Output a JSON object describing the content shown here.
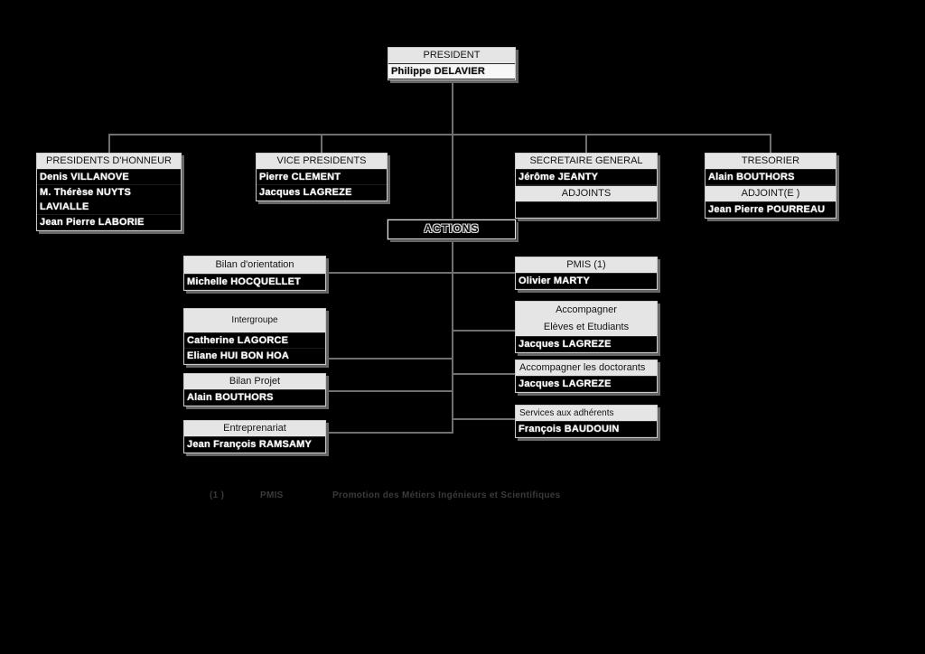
{
  "page": {
    "background": "#000000",
    "accent_line_color": "#6f6f6f",
    "header_fill": "#e5e5e5",
    "member_text_color": "#fbfbfb"
  },
  "org": {
    "president": {
      "title": "PRESIDENT",
      "name": "Philippe DELAVIER"
    },
    "honorary": {
      "title": "PRESIDENTS D'HONNEUR",
      "members": [
        "Denis VILLANOVE",
        "M. Thérèse NUYTS LAVIALLE",
        "Jean Pierre LABORIE"
      ]
    },
    "vice": {
      "title": "VICE PRESIDENTS",
      "members": [
        "Pierre CLEMENT",
        "Jacques LAGREZE"
      ]
    },
    "secretary": {
      "title": "SECRETAIRE GENERAL",
      "members": [
        "Jérôme JEANTY"
      ],
      "subtitle": "ADJOINTS",
      "sub_member": ""
    },
    "treasurer": {
      "title": "TRESORIER",
      "members": [
        "Alain BOUTHORS"
      ],
      "subtitle": "ADJOINT(E )",
      "sub_member": "Jean Pierre POURREAU"
    },
    "actions_label": "ACTIONS",
    "left": [
      {
        "title": "Bilan d'orientation",
        "members": [
          "Michelle HOCQUELLET"
        ]
      },
      {
        "title": "Intergroupe",
        "members": [
          "Catherine LAGORCE",
          "Eliane HUI BON HOA"
        ]
      },
      {
        "title": "Bilan Projet",
        "members": [
          "Alain BOUTHORS"
        ]
      },
      {
        "title": "Entreprenariat",
        "members": [
          "Jean François RAMSAMY"
        ]
      }
    ],
    "right": [
      {
        "title": "PMIS (1)",
        "members": [
          "Olivier MARTY"
        ]
      },
      {
        "title": "Accompagner\nElèves et Etudiants",
        "members": [
          "Jacques LAGREZE"
        ]
      },
      {
        "title": "Accompagner les doctorants",
        "members": [
          "Jacques LAGREZE"
        ]
      },
      {
        "title": "Services aux adhérents",
        "members": [
          "François BAUDOUIN"
        ]
      }
    ]
  },
  "footnote": {
    "marker": "(1 )",
    "term": "PMIS",
    "definition": "Promotion des Métiers Ingénieurs et Scientifiques"
  }
}
